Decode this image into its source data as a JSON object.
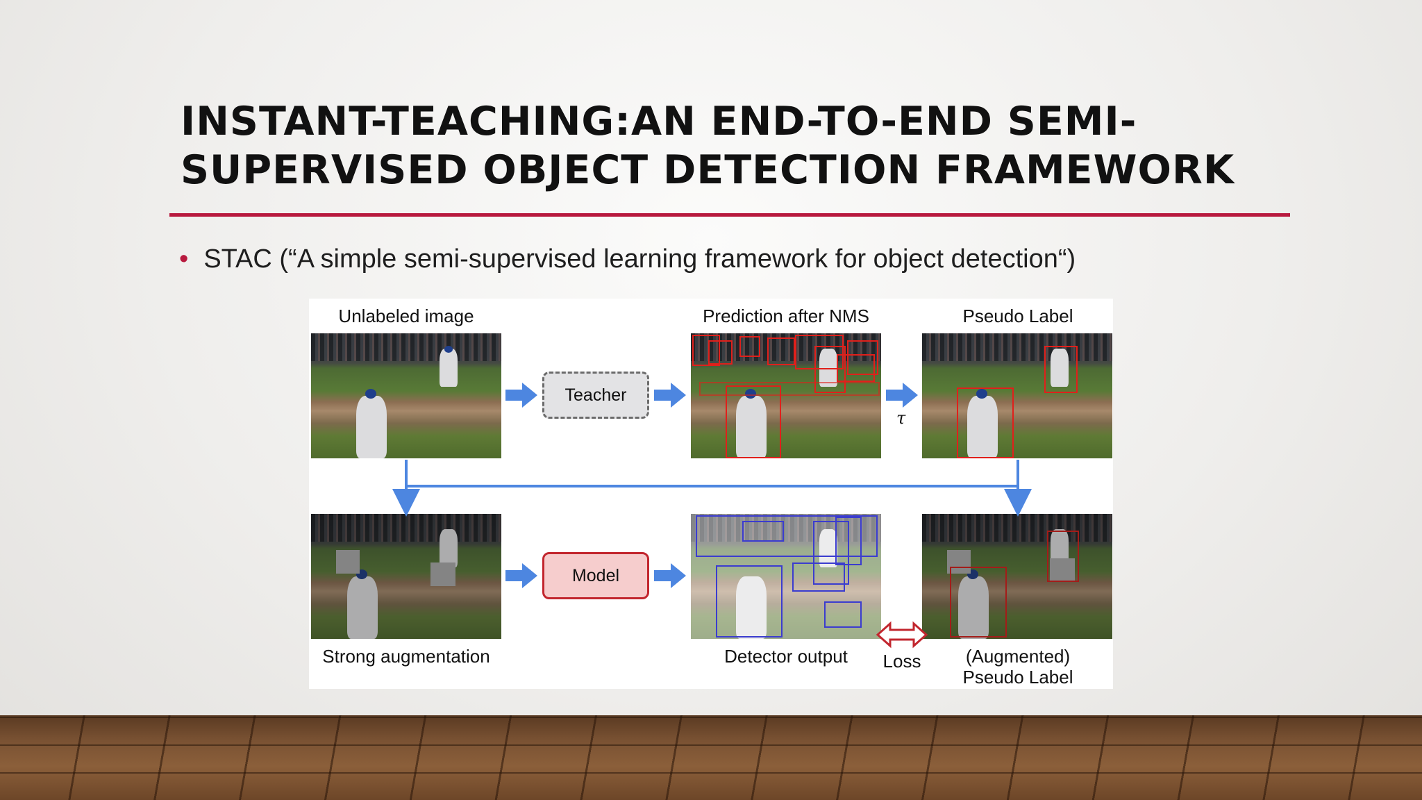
{
  "slide": {
    "title_line1": "INSTANT-TEACHING:AN END-TO-END SEMI-",
    "title_line2": "SUPERVISED OBJECT DETECTION FRAMEWORK",
    "bullet": "STAC (“A simple semi-supervised learning framework for object detection“)",
    "accent_color": "#b8193e"
  },
  "diagram": {
    "label_unlabeled": "Unlabeled image",
    "label_prediction": "Prediction after NMS",
    "label_pseudo": "Pseudo Label",
    "label_strong_aug": "Strong augmentation",
    "label_detector": "Detector output",
    "label_loss": "Loss",
    "label_aug_pseudo_1": "(Augmented)",
    "label_aug_pseudo_2": "Pseudo Label",
    "teacher": "Teacher",
    "model": "Model",
    "threshold_symbol": "τ",
    "arrow_color": "#4d86e0",
    "box_color_pred": "#e0201b",
    "box_color_detector": "#3b3ccf"
  }
}
